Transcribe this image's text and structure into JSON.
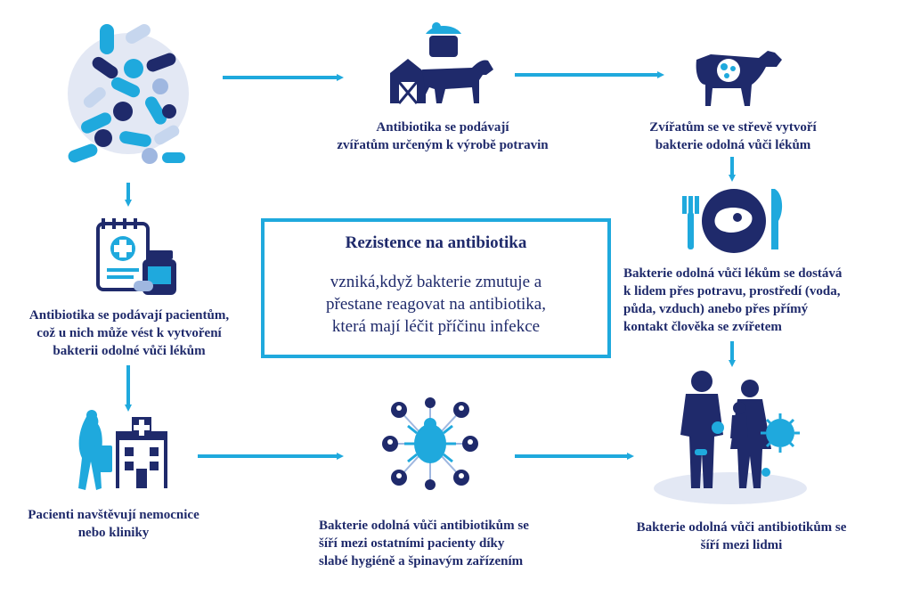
{
  "colors": {
    "accent": "#1fa9dd",
    "navy": "#1f2a6b",
    "light": "#e3e8f4"
  },
  "center": {
    "title": "Rezistence na antibiotika",
    "lines": [
      "vzniká,když bakterie zmutuje a",
      "přestane reagovat na antibiotika,",
      "která mají léčit příčinu infekce"
    ]
  },
  "steps": {
    "animals_given": [
      "Antibiotika se podávají",
      "zvířatům určeným k výrobě potravin"
    ],
    "animals_resistance": [
      "Zvířatům se ve střevě vytvoří",
      "bakterie odolná vůči lékům"
    ],
    "food_spread": [
      "Bakterie odolná vůči lékům se dostává",
      "k lidem přes potravu, prostředí (voda,",
      "půda, vzduch) anebo přes přímý",
      "kontakt člověka se zvířetem"
    ],
    "patients_given": [
      "Antibiotika se podávají pacientům,",
      "což u nich může vést k vytvoření",
      "bakterii odolné vůči lékům"
    ],
    "hospital_visit": [
      "Pacienti navštěvují nemocnice",
      "nebo kliniky"
    ],
    "patients_spread": [
      "Bakterie odolná vůči antibiotikům se",
      "šíří mezi ostatními pacienty díky",
      "slabé hygiéně a špinavým zařízením"
    ],
    "people_spread": [
      "Bakterie odolná vůči antibiotikům se",
      "šíří mezi lidmi"
    ]
  },
  "icons": [
    "pills-icon",
    "farm-cow-icon",
    "cow-bacteria-icon",
    "plate-meat-icon",
    "prescription-icon",
    "hospital-icon",
    "bacteria-network-icon",
    "family-bacteria-icon"
  ]
}
